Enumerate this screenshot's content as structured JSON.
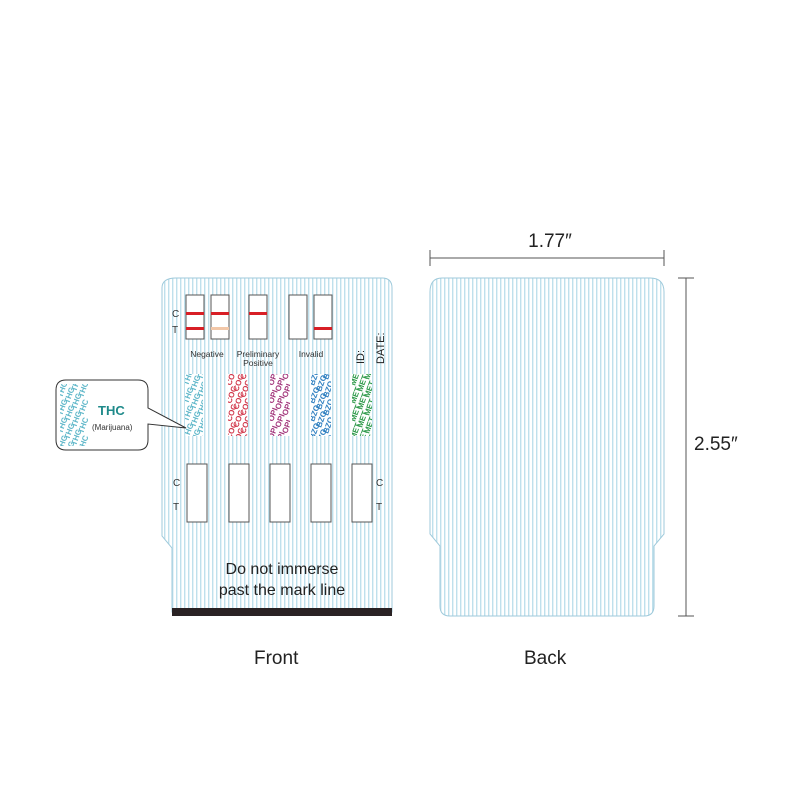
{
  "card_front": {
    "lines_top": [
      "C",
      "T"
    ],
    "results": {
      "negative": "Negative",
      "preliminary_positive_1": "Preliminary",
      "preliminary_positive_2": "Positive",
      "invalid": "Invalid"
    },
    "id_label": "ID:",
    "date_label": "DATE:",
    "strips": [
      {
        "code": "THC",
        "color": "#5fb7c9"
      },
      {
        "code": "COC",
        "color": "#d23a4d"
      },
      {
        "code": "OPI",
        "color": "#a3377c"
      },
      {
        "code": "BZO",
        "color": "#2f7fc0"
      },
      {
        "code": "MET",
        "color": "#2f9a4a"
      }
    ],
    "lines_bottom_left": [
      "C",
      "T"
    ],
    "lines_bottom_right": [
      "C",
      "T"
    ],
    "warning_line1": "Do not immerse",
    "warning_line2": "past the mark line"
  },
  "callout": {
    "title": "THC",
    "subtitle": "(Marijuana)",
    "title_color": "#1f8a8a"
  },
  "dimensions": {
    "width": "1.77″",
    "height": "2.55″"
  },
  "labels": {
    "front": "Front",
    "back": "Back"
  },
  "colors": {
    "card_stripe": "#bfe0ec",
    "red_line": "#d81f26",
    "faint_line": "#f2c7a8",
    "dark_band": "#2a2224"
  }
}
